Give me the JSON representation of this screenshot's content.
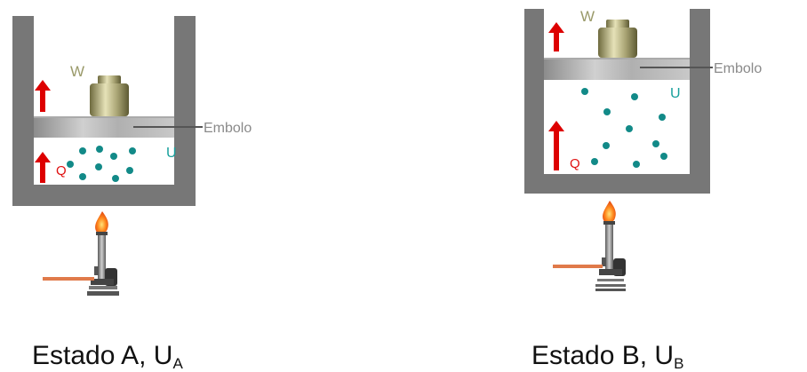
{
  "colors": {
    "wall": "#777777",
    "gas_dot": "#128a88",
    "arrow": "#dd0000",
    "heat_label": "#e01010",
    "weight_label": "#9a9a6a",
    "u_label": "#17a09c",
    "piston_label": "#8a8a8a",
    "hose": "#e07a4a"
  },
  "state_a": {
    "weight_label": "W",
    "piston_label": "Embolo",
    "energy_label": "U",
    "heat_label": "Q",
    "caption_text": "Estado A, U",
    "caption_sub": "A"
  },
  "state_b": {
    "weight_label": "W",
    "piston_label": "Embolo",
    "energy_label": "U",
    "heat_label": "Q",
    "caption_text": "Estado B, U",
    "caption_sub": "B"
  }
}
